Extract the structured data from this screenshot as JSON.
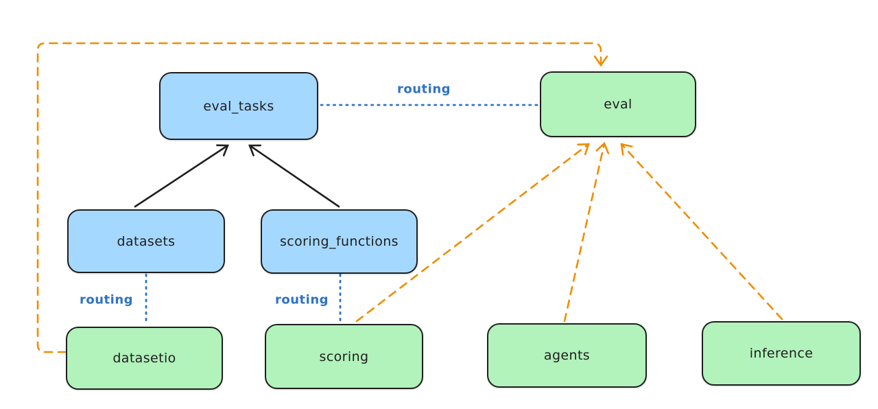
{
  "diagram": {
    "background": "#ffffff",
    "colors": {
      "node_stroke": "#1e1e1e",
      "blue_node_fill": "#a5d8ff",
      "green_node_fill": "#b2f2bb",
      "routing_blue": "#2f72c4",
      "orange_dashed": "#f08c00",
      "black_arrow": "#1e1e1e"
    },
    "nodes": [
      {
        "id": "eval_tasks",
        "label": "eval_tasks",
        "fill": "#a5d8ff"
      },
      {
        "id": "eval",
        "label": "eval",
        "fill": "#b2f2bb"
      },
      {
        "id": "datasets",
        "label": "datasets",
        "fill": "#a5d8ff"
      },
      {
        "id": "scoring_functions",
        "label": "scoring_functions",
        "fill": "#a5d8ff"
      },
      {
        "id": "datasetio",
        "label": "datasetio",
        "fill": "#b2f2bb"
      },
      {
        "id": "scoring",
        "label": "scoring",
        "fill": "#b2f2bb"
      },
      {
        "id": "agents",
        "label": "agents",
        "fill": "#b2f2bb"
      },
      {
        "id": "inference",
        "label": "inference",
        "fill": "#b2f2bb"
      }
    ],
    "edge_labels": [
      {
        "text": "routing",
        "between": "eval_tasks-eval"
      },
      {
        "text": "routing",
        "between": "datasets-datasetio"
      },
      {
        "text": "routing",
        "between": "scoring_functions-scoring"
      }
    ],
    "edges": [
      {
        "from": "datasets",
        "to": "eval_tasks",
        "style": "solid",
        "color": "#1e1e1e",
        "arrow": "to"
      },
      {
        "from": "scoring_functions",
        "to": "eval_tasks",
        "style": "solid",
        "color": "#1e1e1e",
        "arrow": "to"
      },
      {
        "from": "eval_tasks",
        "to": "eval",
        "style": "dotted",
        "color": "#2f72c4",
        "label": "routing"
      },
      {
        "from": "datasets",
        "to": "datasetio",
        "style": "dotted",
        "color": "#2f72c4",
        "label": "routing"
      },
      {
        "from": "scoring_functions",
        "to": "scoring",
        "style": "dotted",
        "color": "#2f72c4",
        "label": "routing"
      },
      {
        "from": "datasetio",
        "to": "eval",
        "style": "dashed",
        "color": "#f08c00",
        "arrow": "to",
        "route": "around-left-and-top"
      },
      {
        "from": "scoring",
        "to": "eval",
        "style": "dashed",
        "color": "#f08c00",
        "arrow": "to"
      },
      {
        "from": "agents",
        "to": "eval",
        "style": "dashed",
        "color": "#f08c00",
        "arrow": "to"
      },
      {
        "from": "inference",
        "to": "eval",
        "style": "dashed",
        "color": "#f08c00",
        "arrow": "to"
      }
    ]
  }
}
